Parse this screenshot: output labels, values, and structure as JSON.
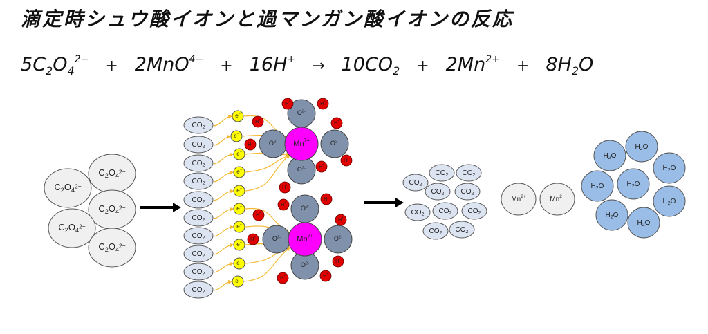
{
  "title": "滴定時シュウ酸イオンと過マンガン酸イオンの反応",
  "equation": {
    "terms": [
      {
        "coef": "5",
        "parts": [
          [
            "C",
            ""
          ],
          [
            "2",
            "sub"
          ],
          [
            "O",
            ""
          ],
          [
            "4",
            "sub"
          ],
          [
            "2−",
            "sup"
          ]
        ]
      },
      {
        "op": "+"
      },
      {
        "coef": "2",
        "parts": [
          [
            "MnO",
            ""
          ],
          [
            "4−",
            "sup"
          ]
        ]
      },
      {
        "op": "+"
      },
      {
        "coef": "16",
        "parts": [
          [
            "H",
            ""
          ],
          [
            "+",
            "sup"
          ]
        ]
      },
      {
        "op": "→"
      },
      {
        "coef": "10",
        "parts": [
          [
            "CO",
            ""
          ],
          [
            "2",
            "sub"
          ]
        ]
      },
      {
        "op": "+"
      },
      {
        "coef": "2",
        "parts": [
          [
            "Mn",
            ""
          ],
          [
            "2+",
            "sup"
          ]
        ]
      },
      {
        "op": "+"
      },
      {
        "coef": "8",
        "parts": [
          [
            "H",
            ""
          ],
          [
            "2",
            "sub"
          ],
          [
            "O",
            ""
          ]
        ]
      }
    ]
  },
  "labels": {
    "oxalate": {
      "base": "C",
      "s1": "2",
      "mid": "O",
      "s2": "4",
      "charge": "2−"
    },
    "co2": {
      "base": "CO",
      "sub": "2"
    },
    "electron": {
      "base": "e",
      "sup": "−"
    },
    "proton": {
      "base": "H",
      "sup": "+"
    },
    "oxide": {
      "base": "O",
      "sup": "2-"
    },
    "mn7": {
      "base": "Mn",
      "sup": "7+"
    },
    "mn2": {
      "base": "Mn",
      "sup": "2+"
    },
    "water": {
      "base": "H",
      "sub": "2",
      "tail": "O"
    }
  },
  "counts": {
    "oxalate": 5,
    "co2_reactant_column": 10,
    "electrons": 10,
    "permanganate_units": 2,
    "protons_per_unit": 8,
    "co2_product": 10,
    "mn2_product": 2,
    "water_product": 8
  },
  "colors": {
    "oxalate_fill": "#f0f0f0",
    "co2_fill": "#dce4f2",
    "electron_fill": "#ffff00",
    "proton_fill": "#e00000",
    "oxide_fill": "#8091ab",
    "mn7_fill": "#ff00ff",
    "mn2_fill": "#f0f0f0",
    "water_fill": "#99bde6",
    "electron_arrow": "#f5b82e",
    "reaction_arrow": "#000000"
  }
}
